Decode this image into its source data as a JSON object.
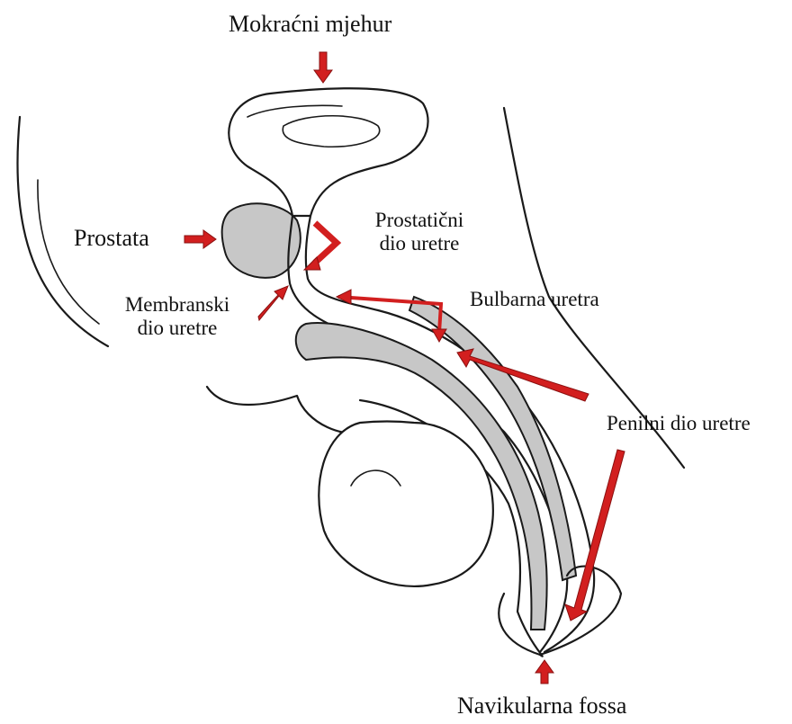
{
  "labels": {
    "bladder": "Mokraćni mjehur",
    "prostate": "Prostata",
    "prostatic_urethra_line1": "Prostatični",
    "prostatic_urethra_line2": "dio uretre",
    "membranous_urethra_line1": "Membranski",
    "membranous_urethra_line2": "dio uretre",
    "bulbar_urethra": "Bulbarna uretra",
    "penile_urethra": "Penilni dio uretre",
    "navicular_fossa": "Navikularna fossa"
  },
  "colors": {
    "arrow": "#d21f1f",
    "tissue_fill": "#c7c7c7",
    "outline": "#1a1a1a"
  }
}
